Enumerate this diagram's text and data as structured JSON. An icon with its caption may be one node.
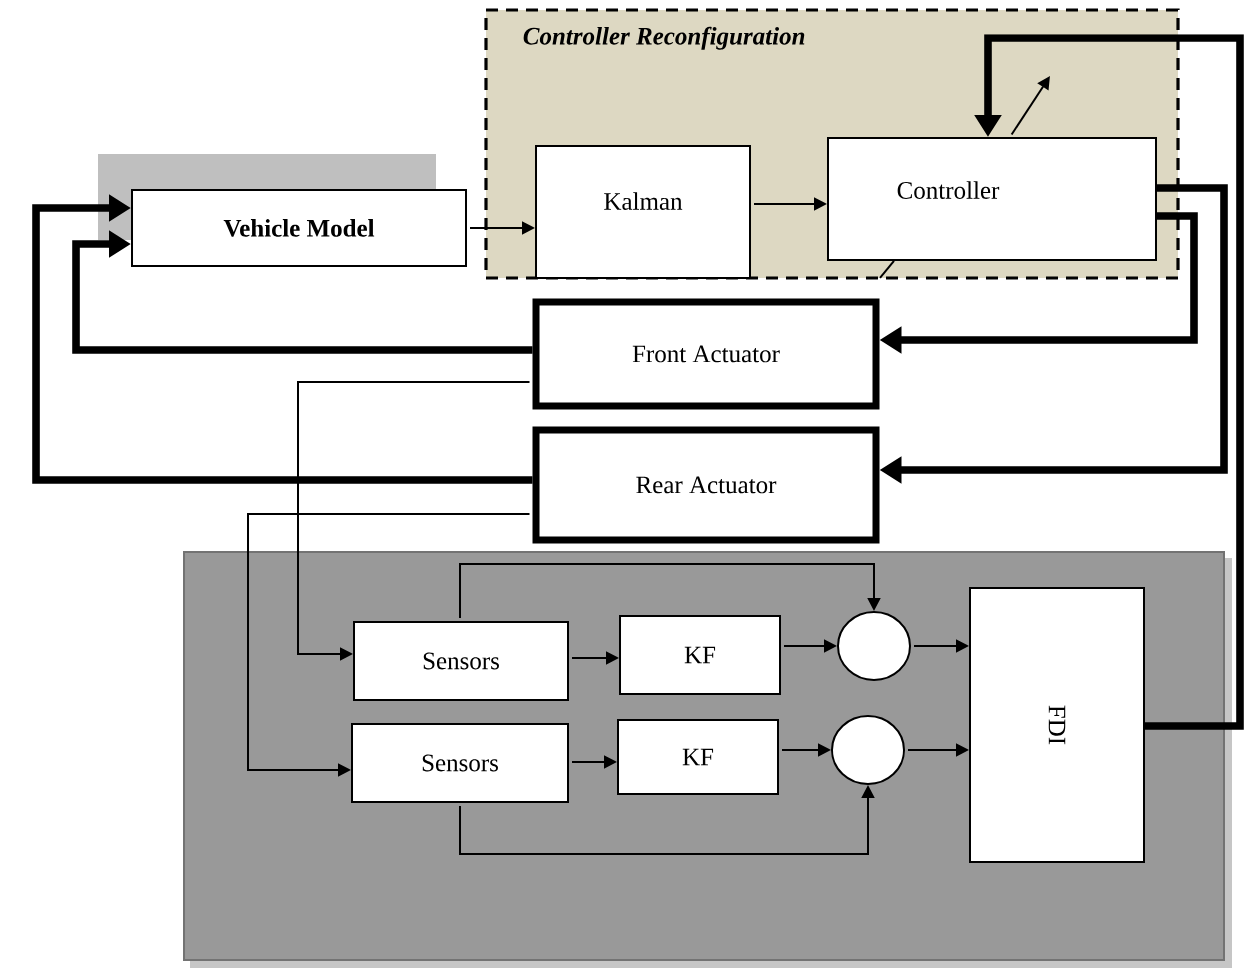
{
  "diagram": {
    "nodes": [
      {
        "text": [
          "Controller Reconfiguration"
        ]
      },
      {
        "text": [
          "Vehicle Model"
        ]
      },
      {
        "text": [
          "Kalman"
        ],
        "in": 0
      },
      {
        "text": [
          "Controller"
        ],
        "in": 0
      },
      {
        "text": [
          "Front Actuator"
        ]
      },
      {
        "text": [
          "Rear Actuator"
        ]
      },
      {
        "text": [],
        "shape": "box"
      },
      {
        "text": [
          "Sensors"
        ],
        "in": 6
      },
      {
        "text": [
          "KF"
        ],
        "in": 6
      },
      {
        "text": [],
        "shape": "circle",
        "in": 6
      },
      {
        "text": [
          "Sensors"
        ],
        "in": 6
      },
      {
        "text": [
          "KF"
        ],
        "in": 6
      },
      {
        "text": [],
        "shape": "circle",
        "in": 6
      },
      {
        "text": [
          "FDI"
        ],
        "in": 6
      }
    ],
    "edges": [
      {
        "from": 1,
        "to": 2,
        "arrow": "to"
      },
      {
        "from": 2,
        "to": 3,
        "arrow": "to"
      },
      {
        "from": 3,
        "to": 4,
        "arrow": "to",
        "style": "thick"
      },
      {
        "from": 3,
        "to": 5,
        "arrow": "to",
        "style": "thick"
      },
      {
        "from": 4,
        "to": 1,
        "arrow": "to",
        "style": "thick"
      },
      {
        "from": 5,
        "to": 1,
        "arrow": "to",
        "style": "thick"
      },
      {
        "from": 4,
        "to": 7,
        "arrow": "to"
      },
      {
        "from": 5,
        "to": 10,
        "arrow": "to"
      },
      {
        "from": 7,
        "to": 8,
        "arrow": "to"
      },
      {
        "from": 8,
        "to": 9,
        "arrow": "to"
      },
      {
        "from": 7,
        "to": 9,
        "arrow": "to"
      },
      {
        "from": 9,
        "to": 13,
        "arrow": "to"
      },
      {
        "from": 10,
        "to": 11,
        "arrow": "to"
      },
      {
        "from": 11,
        "to": 12,
        "arrow": "to"
      },
      {
        "from": 10,
        "to": 12,
        "arrow": "to"
      },
      {
        "from": 12,
        "to": 13,
        "arrow": "to"
      },
      {
        "from": 13,
        "to": 3,
        "arrow": "to",
        "style": "thick"
      },
      {
        "from": 3,
        "to": null,
        "arrow": "to"
      }
    ]
  }
}
